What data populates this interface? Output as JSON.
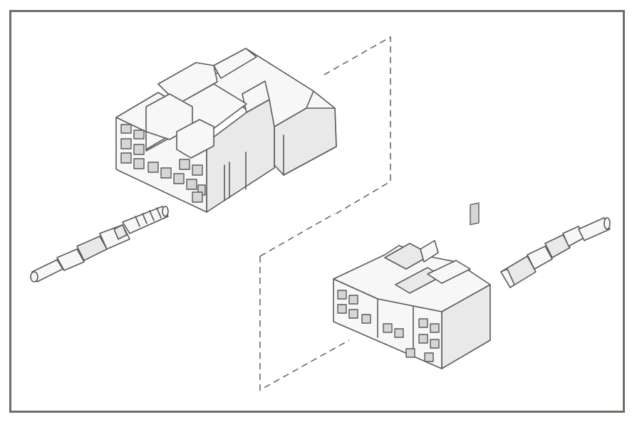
{
  "diagram": {
    "colors": {
      "frame": "#6e6e64",
      "line": "#5a5a5a",
      "fill": "#f7f7f7",
      "shade": "#e9e9e9"
    },
    "parts": [
      "male-connector-housing",
      "male-terminal-pin",
      "female-connector-housing",
      "female-terminal",
      "mating-guide-lines"
    ]
  }
}
